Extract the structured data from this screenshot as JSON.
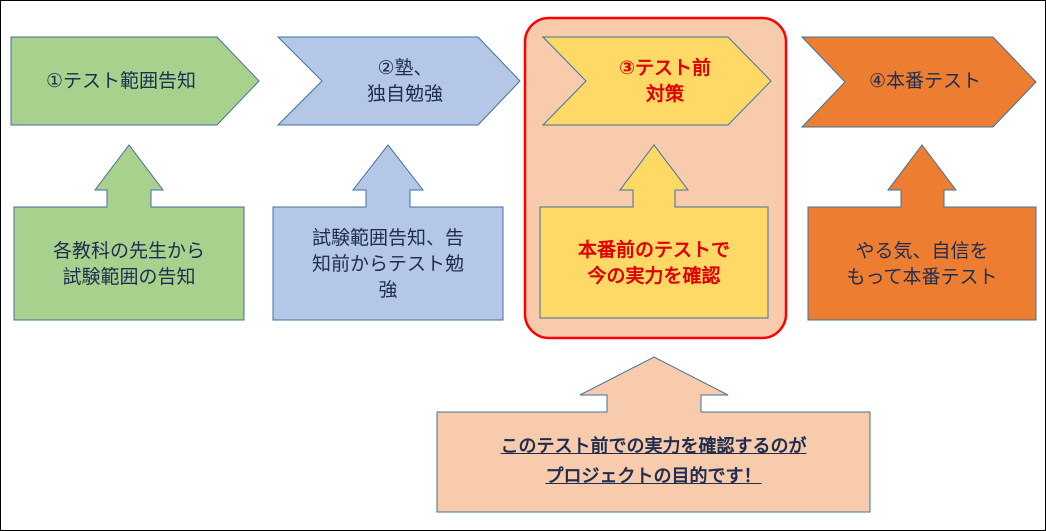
{
  "steps": [
    {
      "label": "①テスト範囲告知",
      "detail": "各教科の先生から\n試験範囲の告知",
      "color": "#a9d18e"
    },
    {
      "label": "②塾、\n独自勉強",
      "detail": "試験範囲告知、告\n知前からテスト勉\n強",
      "color": "#b4c7e7"
    },
    {
      "label": "③テスト前\n対策",
      "detail": "本番前のテストで\n今の実力を確認",
      "color": "#ffd966"
    },
    {
      "label": "④本番テスト",
      "detail": "やる気、自信を\nもって本番テスト",
      "color": "#ed7d31"
    }
  ],
  "highlight": {
    "border": "#ff0000",
    "fill": "#f8cbad"
  },
  "callout": {
    "text": "このテスト前での実力を確認するのが\nプロジェクトの目的です！",
    "color": "#f8cbad"
  }
}
